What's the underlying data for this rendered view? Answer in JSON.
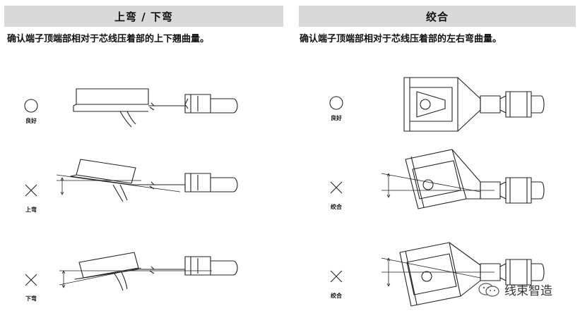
{
  "left": {
    "header": "上弯 / 下弯",
    "description": "确认端子顶端部相对于芯线压着部的上下翘曲量。",
    "rows": [
      {
        "symbol": "circle",
        "label": "良好"
      },
      {
        "symbol": "cross",
        "label": "上弯"
      },
      {
        "symbol": "cross",
        "label": "下弯"
      }
    ]
  },
  "right": {
    "header": "绞合",
    "description": "确认端子顶端部相对于芯线压着部的左右弯曲量。",
    "rows": [
      {
        "symbol": "circle",
        "label": "良好"
      },
      {
        "symbol": "cross",
        "label": "绞合"
      },
      {
        "symbol": "cross",
        "label": "绞合"
      }
    ]
  },
  "watermark": {
    "text": "线束智造",
    "icon": "wechat-icon"
  }
}
